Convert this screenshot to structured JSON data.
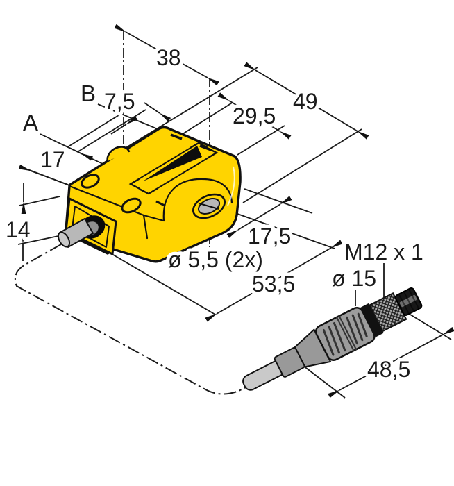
{
  "drawing": {
    "kind": "sensor-dimensional-drawing",
    "reference_labels": {
      "a": "A",
      "b": "B"
    },
    "dimensions": {
      "window_offset": "7,5",
      "hole_spacing": "38",
      "hole_to_end": "29,5",
      "body_length_top": "49",
      "body_width": "17",
      "cable_boss_height": "14",
      "flange_depth": "17,5",
      "mounting_holes": "ø 5,5 (2x)",
      "body_length_bottom": "53,5",
      "connector_thread": "M12 x 1",
      "connector_diameter": "ø 15",
      "connector_length": "48,5"
    },
    "colors": {
      "body_yellow": "#FFD400",
      "connector_gray": "#9c9c9c",
      "cable_gray": "#b8b8b8",
      "cable_light": "#c9c9c9",
      "line": "#1a1a1a"
    }
  }
}
